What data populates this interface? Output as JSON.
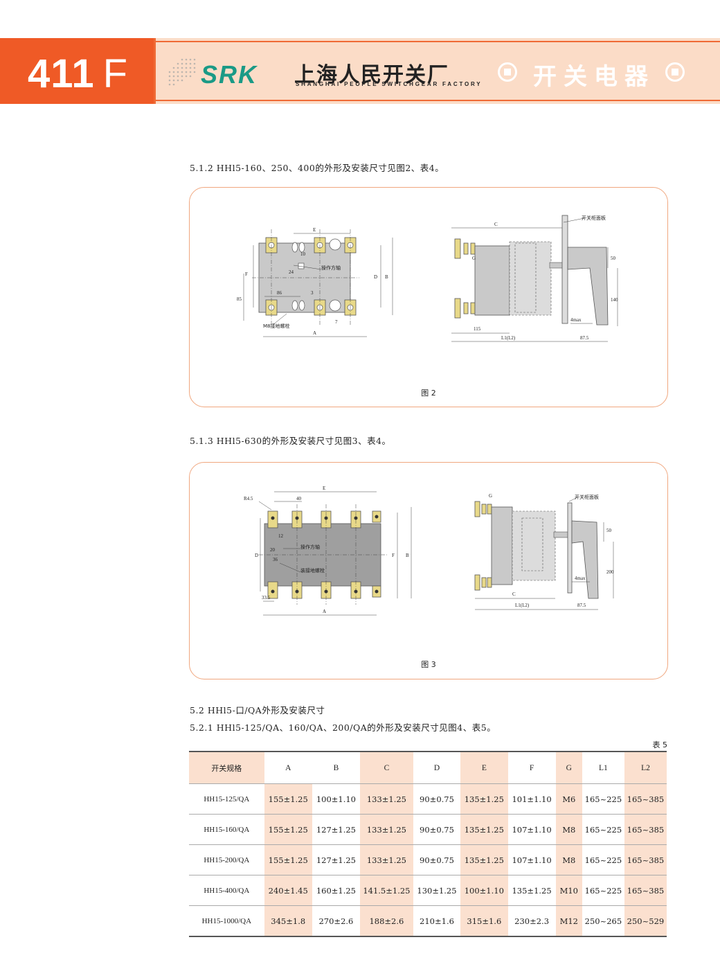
{
  "header": {
    "page_number": "411",
    "page_suffix": "F",
    "brand": "SRK",
    "company_cn": "上海人民开关厂",
    "company_en": "SHANGHAI PEOPLE SWITCHGEAR FACTORY",
    "category": "开关电器"
  },
  "sections": {
    "s512": "5.1.2 HHl5-160、250、400的外形及安装尺寸见图2、表4。",
    "s513": "5.1.3 HHl5-630的外形及安装尺寸见图3、表4。",
    "s52": "5.2 HHl5-口/QA外形及安装尺寸",
    "s521": "5.2.1 HHl5-125/QA、160/QA、200/QA的外形及安装尺寸见图4、表5。"
  },
  "figure2": {
    "caption": "图 2",
    "labels": {
      "E": "E",
      "F": "F",
      "D": "D",
      "B": "B",
      "A": "A",
      "C": "C",
      "G": "G",
      "d10": "10",
      "d24": "24",
      "d86": "86",
      "d3": "3",
      "d85": "85",
      "d7": "7",
      "shaft": "操作方轴",
      "ground": "M8接地螺栓",
      "panel": "开关柜面板",
      "d50": "50",
      "d140": "140",
      "d4max": "4max",
      "d115": "115",
      "L": "L1(L2)",
      "d875": "87.5"
    }
  },
  "figure3": {
    "caption": "图 3",
    "labels": {
      "R": "R4.5",
      "E": "E",
      "d40": "40",
      "D": "D",
      "F": "F",
      "B": "B",
      "A": "A",
      "d335": "33.5",
      "d20": "20",
      "d36": "36",
      "d12": "12",
      "shaft": "操作方轴",
      "ground": "装接地螺栓",
      "G": "G",
      "panel": "开关柜面板",
      "d50": "50",
      "d200": "200",
      "d4max": "4max",
      "C": "C",
      "L": "L1(L2)",
      "d875": "87.5"
    }
  },
  "table": {
    "label": "表 5",
    "headers": [
      "开关规格",
      "A",
      "B",
      "C",
      "D",
      "E",
      "F",
      "G",
      "L1",
      "L2"
    ],
    "rows": [
      [
        "HH15-125/QA",
        "155±1.25",
        "100±1.10",
        "133±1.25",
        "90±0.75",
        "135±1.25",
        "101±1.10",
        "M6",
        "165~225",
        "165~385"
      ],
      [
        "HH15-160/QA",
        "155±1.25",
        "127±1.25",
        "133±1.25",
        "90±0.75",
        "135±1.25",
        "107±1.10",
        "M8",
        "165~225",
        "165~385"
      ],
      [
        "HH15-200/QA",
        "155±1.25",
        "127±1.25",
        "133±1.25",
        "90±0.75",
        "135±1.25",
        "107±1.10",
        "M8",
        "165~225",
        "165~385"
      ],
      [
        "HH15-400/QA",
        "240±1.45",
        "160±1.25",
        "141.5±1.25",
        "130±1.25",
        "100±1.10",
        "135±1.25",
        "M10",
        "165~225",
        "165~385"
      ],
      [
        "HH15-1000/QA",
        "345±1.8",
        "270±2.6",
        "188±2.6",
        "210±1.6",
        "315±1.6",
        "230±2.3",
        "M12",
        "250~265",
        "250~529"
      ]
    ]
  }
}
